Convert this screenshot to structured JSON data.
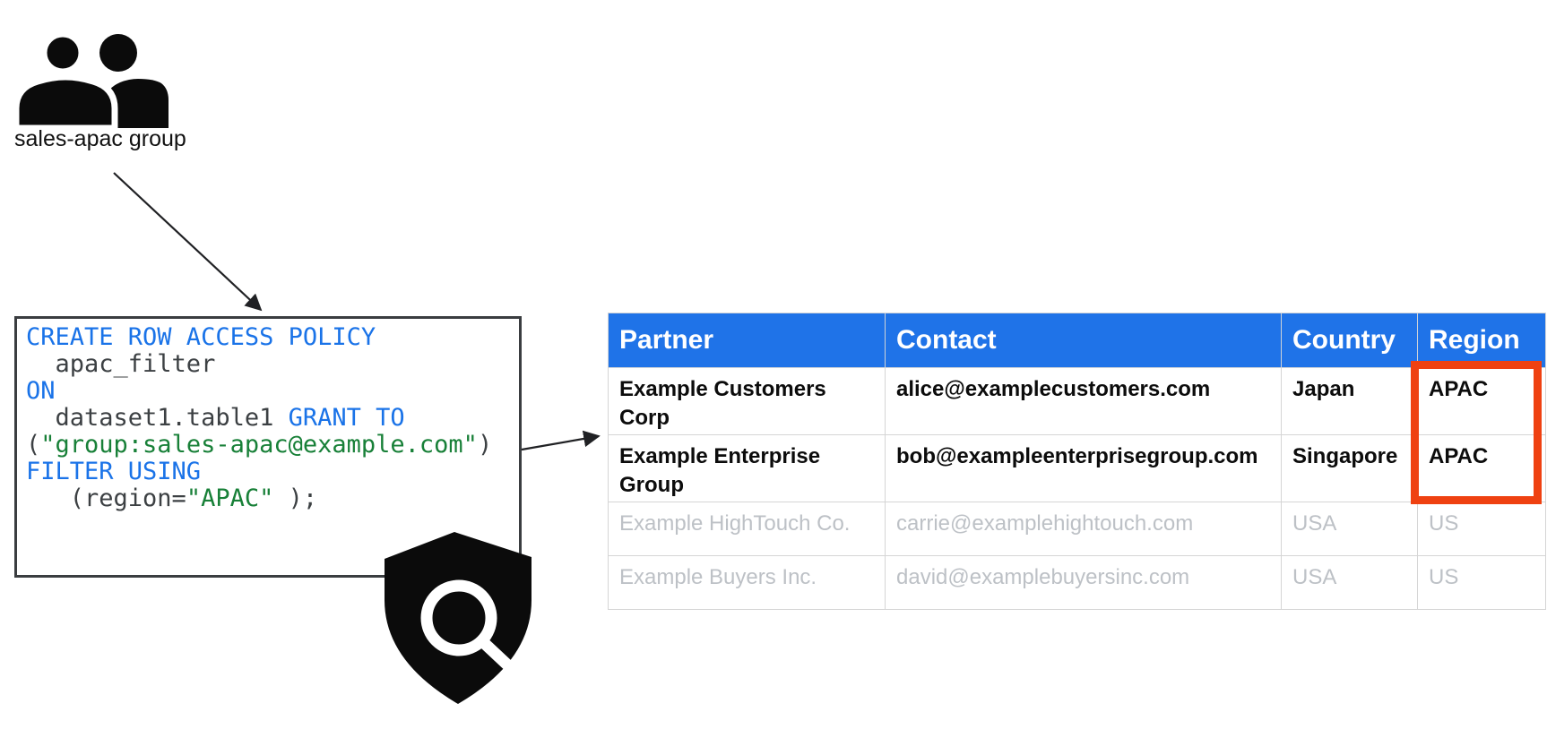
{
  "group": {
    "label": "sales-apac group"
  },
  "code": {
    "lines": [
      [
        {
          "t": "CREATE ROW ACCESS POLICY",
          "c": "kw"
        }
      ],
      [
        {
          "t": "  apac_filter",
          "c": "id"
        }
      ],
      [
        {
          "t": "ON",
          "c": "kw"
        }
      ],
      [
        {
          "t": "  dataset1.table1 ",
          "c": "id"
        },
        {
          "t": "GRANT TO",
          "c": "kw"
        }
      ],
      [
        {
          "t": "(",
          "c": "id"
        },
        {
          "t": "\"group:sales-apac@example.com\"",
          "c": "str"
        },
        {
          "t": ")",
          "c": "id"
        }
      ],
      [
        {
          "t": "FILTER USING",
          "c": "kw"
        }
      ],
      [
        {
          "t": "   (region=",
          "c": "id"
        },
        {
          "t": "\"APAC\"",
          "c": "str"
        },
        {
          "t": " );",
          "c": "id"
        }
      ]
    ]
  },
  "table": {
    "headers": [
      "Partner",
      "Contact",
      "Country",
      "Region"
    ],
    "rows": [
      {
        "state": "granted",
        "cells": [
          "Example Customers Corp",
          "alice@examplecustomers.com",
          "Japan",
          "APAC"
        ]
      },
      {
        "state": "granted",
        "cells": [
          "Example Enterprise Group",
          "bob@exampleenterprisegroup.com",
          "Singapore",
          "APAC"
        ]
      },
      {
        "state": "filtered",
        "cells": [
          "Example HighTouch Co.",
          "carrie@examplehightouch.com",
          "USA",
          "US"
        ]
      },
      {
        "state": "filtered",
        "cells": [
          "Example Buyers Inc.",
          "david@examplebuyersinc.com",
          "USA",
          "US"
        ]
      }
    ]
  },
  "icons": {
    "group_icon": "people-icon",
    "policy_icon": "shield-search-icon"
  },
  "colors": {
    "header_bg": "#1F73E8",
    "header_text": "#FFFFFF",
    "code_keyword": "#1A73E8",
    "code_identifier": "#3C4043",
    "code_string": "#188038",
    "muted_row_text": "#BDC1C6",
    "border": "#D5D5D5",
    "highlight": "#EF4111",
    "icon": "#0B0B0B",
    "arrow": "#202124"
  }
}
